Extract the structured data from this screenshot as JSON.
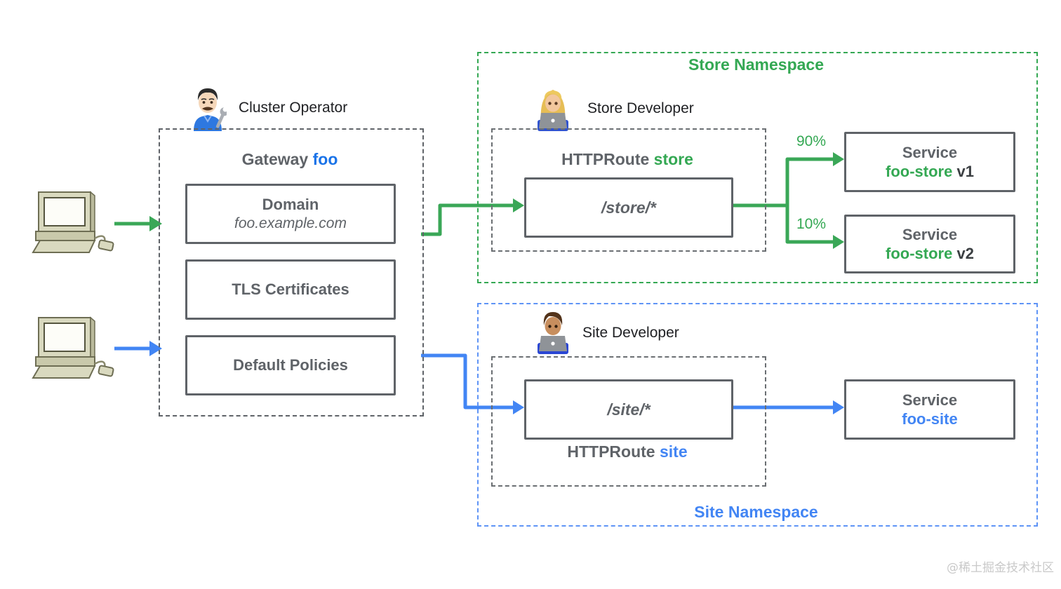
{
  "diagram": {
    "watermark": "@稀土掘金技术社区",
    "colors": {
      "green": "#34a853",
      "blue": "#4285f4",
      "foo_blue": "#1a73e8",
      "gray": "#5f6368",
      "dark_text": "#202124"
    },
    "operator": {
      "label": "Cluster Operator",
      "icon": "man-mechanic"
    },
    "gateway": {
      "title_prefix": "Gateway ",
      "title_name": "foo",
      "domain": {
        "title": "Domain",
        "value": "foo.example.com"
      },
      "tls": {
        "label": "TLS Certificates"
      },
      "policies": {
        "label": "Default Policies"
      }
    },
    "store_namespace": {
      "title": "Store Namespace",
      "developer": {
        "label": "Store Developer",
        "icon": "woman-technologist"
      },
      "route": {
        "prefix": "HTTPRoute ",
        "name": "store",
        "path": "/store/*"
      },
      "split": [
        {
          "weight": "90%",
          "service": {
            "title": "Service",
            "name": "foo-store",
            "version": " v1"
          }
        },
        {
          "weight": "10%",
          "service": {
            "title": "Service",
            "name": "foo-store",
            "version": " v2"
          }
        }
      ]
    },
    "site_namespace": {
      "title": "Site Namespace",
      "developer": {
        "label": "Site Developer",
        "icon": "man-technologist"
      },
      "route": {
        "prefix": "HTTPRoute ",
        "name": "site",
        "path": "/site/*"
      },
      "service": {
        "title": "Service",
        "name": "foo-site"
      }
    }
  }
}
